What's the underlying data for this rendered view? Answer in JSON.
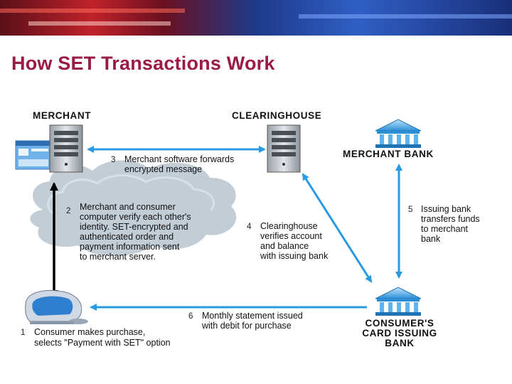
{
  "slide": {
    "title": "How SET Transactions Work"
  },
  "colors": {
    "title": "#9b1b45",
    "arrow_blue": "#2b9be0",
    "arrow_black": "#000000",
    "cloud": "#b8c4cf",
    "bank": "#3aa0e0"
  },
  "entities": {
    "merchant": "MERCHANT",
    "clearinghouse": "CLEARINGHOUSE",
    "merchant_bank": "MERCHANT BANK",
    "card_bank": [
      "CONSUMER'S",
      "CARD ISSUING",
      "BANK"
    ]
  },
  "steps": [
    {
      "num": "1",
      "lines": [
        "Consumer makes purchase,",
        "selects \"Payment with SET\" option"
      ]
    },
    {
      "num": "2",
      "lines": [
        "Merchant and consumer",
        "computer verify each other's",
        "identity. SET-encrypted and",
        "authenticated order and",
        "payment information sent",
        "to merchant server."
      ]
    },
    {
      "num": "3",
      "lines": [
        "Merchant software forwards",
        "encrypted message"
      ]
    },
    {
      "num": "4",
      "lines": [
        "Clearinghouse",
        "verifies account",
        "and balance",
        "with issuing bank"
      ]
    },
    {
      "num": "5",
      "lines": [
        "Issuing bank",
        "transfers funds",
        "to merchant",
        "bank"
      ]
    },
    {
      "num": "6",
      "lines": [
        "Monthly statement issued",
        "with debit for purchase"
      ]
    }
  ],
  "icons": {
    "banner": "decorative-banner",
    "server": "server-tower-icon",
    "bank": "bank-building-icon",
    "computer": "desktop-computer-icon",
    "browser": "browser-window-icon",
    "cloud": "network-cloud"
  }
}
